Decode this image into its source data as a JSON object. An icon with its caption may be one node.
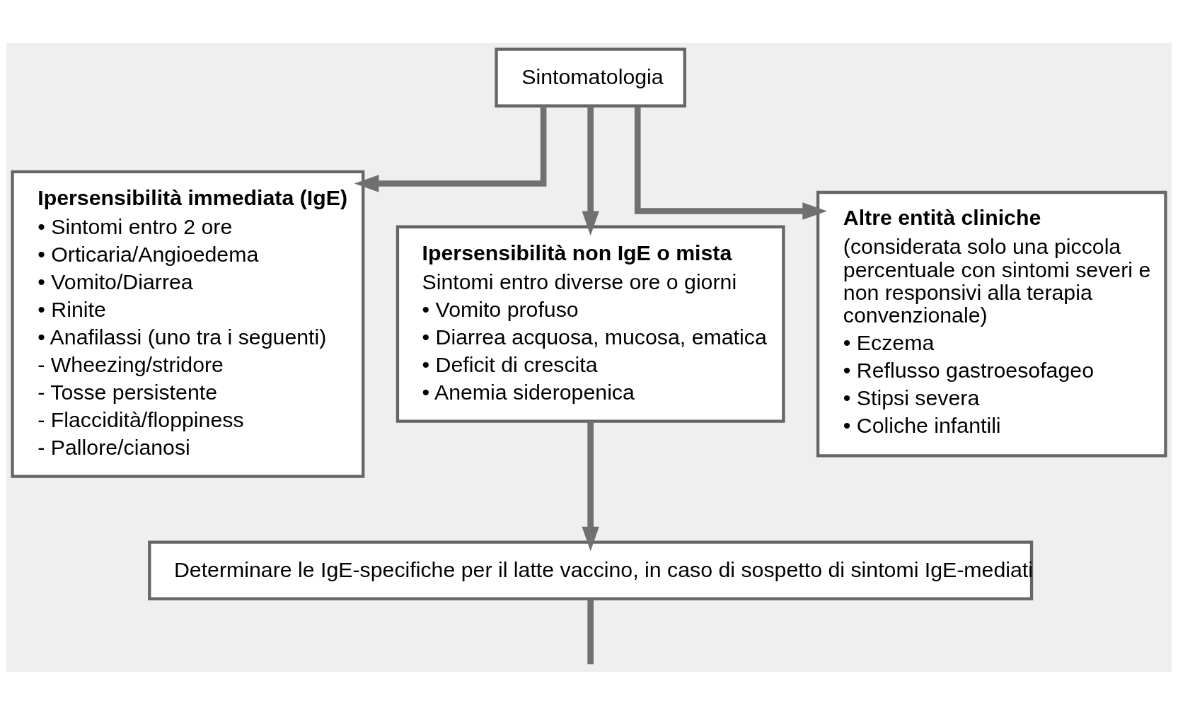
{
  "diagram": {
    "nodes": [
      {
        "text": [
          "Sintomatologia"
        ]
      },
      {
        "text": [
          "Ipersensibilità immediata (IgE)",
          "• Sintomi entro 2 ore",
          "• Orticaria/Angioedema",
          "• Vomito/Diarrea",
          "• Rinite",
          "• Anafilassi (uno tra i seguenti)",
          "- Wheezing/stridore",
          "- Tosse persistente",
          "- Flaccidità/floppiness",
          "- Pallore/cianosi"
        ]
      },
      {
        "text": [
          "Ipersensibilità non IgE o mista",
          "Sintomi entro diverse ore o giorni",
          "• Vomito profuso",
          "• Diarrea acquosa, mucosa, ematica",
          "• Deficit di crescita",
          "• Anemia sideropenica"
        ]
      },
      {
        "text": [
          "Altre entità cliniche",
          "(considerata solo una piccola percentuale con sintomi severi e non responsivi alla terapia convenzionale)",
          "• Eczema",
          "• Reflusso gastroesofageo",
          "• Stipsi severa",
          "• Coliche infantili"
        ]
      },
      {
        "text": [
          "Determinare le IgE-specifiche per il latte vaccino, in caso di sospetto di sintomi IgE-mediati"
        ]
      }
    ],
    "edges": [
      {
        "from": 0,
        "to": 1,
        "arrow": "to"
      },
      {
        "from": 0,
        "to": 2,
        "arrow": "to"
      },
      {
        "from": 0,
        "to": 3,
        "arrow": "to"
      },
      {
        "from": 2,
        "to": 4,
        "arrow": "to"
      },
      {
        "from": 4,
        "to": null,
        "arrow": "none"
      }
    ]
  }
}
